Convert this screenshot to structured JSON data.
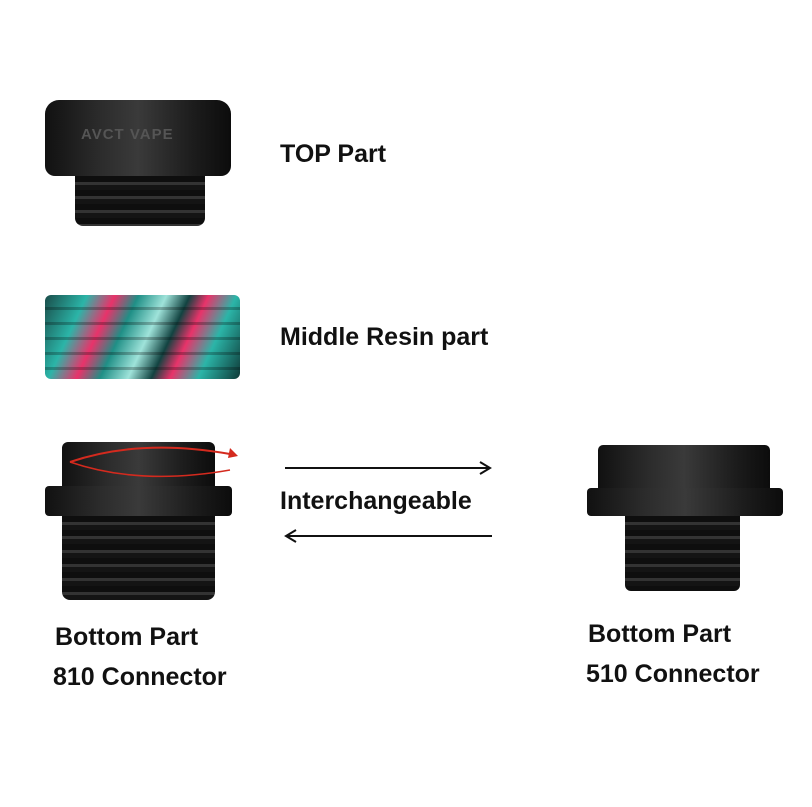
{
  "labels": {
    "top": "TOP Part",
    "middle": "Middle Resin part",
    "interchangeable": "Interchangeable",
    "bottom_left_1": "Bottom Part",
    "bottom_left_2": "810 Connector",
    "bottom_right_1": "Bottom Part",
    "bottom_right_2": "510 Connector"
  },
  "logo_text": "AVCT VAPE",
  "colors": {
    "arrow": "#111111",
    "rotation_arrow": "#d42a1e",
    "resin_teal": "#2bb5a8",
    "resin_pink": "#e8336a"
  }
}
